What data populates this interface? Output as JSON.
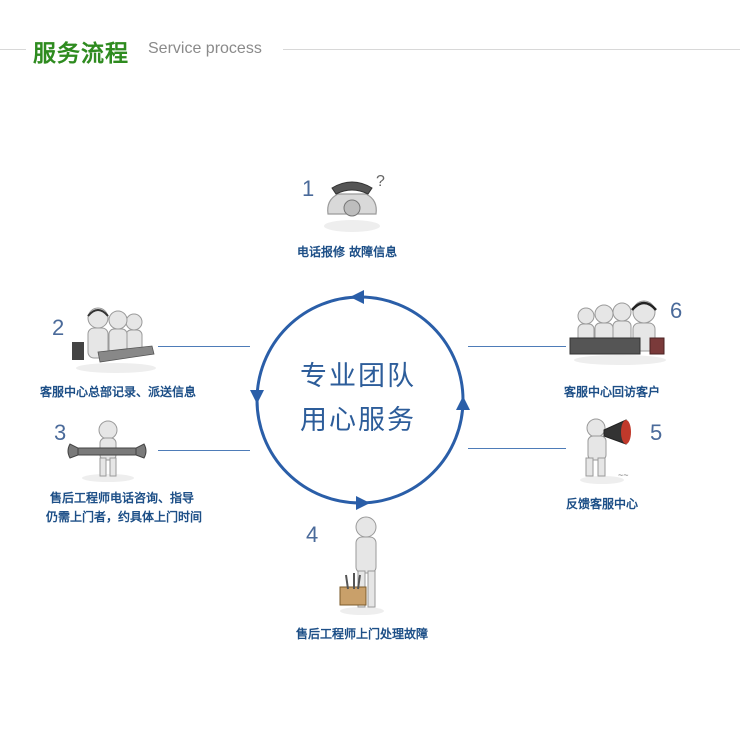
{
  "header": {
    "title_cn": "服务流程",
    "title_en": "Service process"
  },
  "center": {
    "line1": "专业团队",
    "line2": "用心服务"
  },
  "steps": [
    {
      "number": "1",
      "label": "电话报修 故障信息",
      "icon": "telephone-icon"
    },
    {
      "number": "2",
      "label": "客服中心总部记录、派送信息",
      "icon": "headset-operators-icon"
    },
    {
      "number": "3",
      "label_line1": "售后工程师电话咨询、指导",
      "label_line2": "仍需上门者，约具体上门时间",
      "icon": "wrench-person-icon"
    },
    {
      "number": "4",
      "label": "售后工程师上门处理故障",
      "icon": "toolbox-person-icon"
    },
    {
      "number": "5",
      "label": "反馈客服中心",
      "icon": "megaphone-person-icon"
    },
    {
      "number": "6",
      "label": "客服中心回访客户",
      "icon": "callcenter-icon"
    }
  ],
  "colors": {
    "title_green": "#2e8b1f",
    "label_blue": "#1d4f87",
    "circle_blue": "#2a5ea8"
  }
}
